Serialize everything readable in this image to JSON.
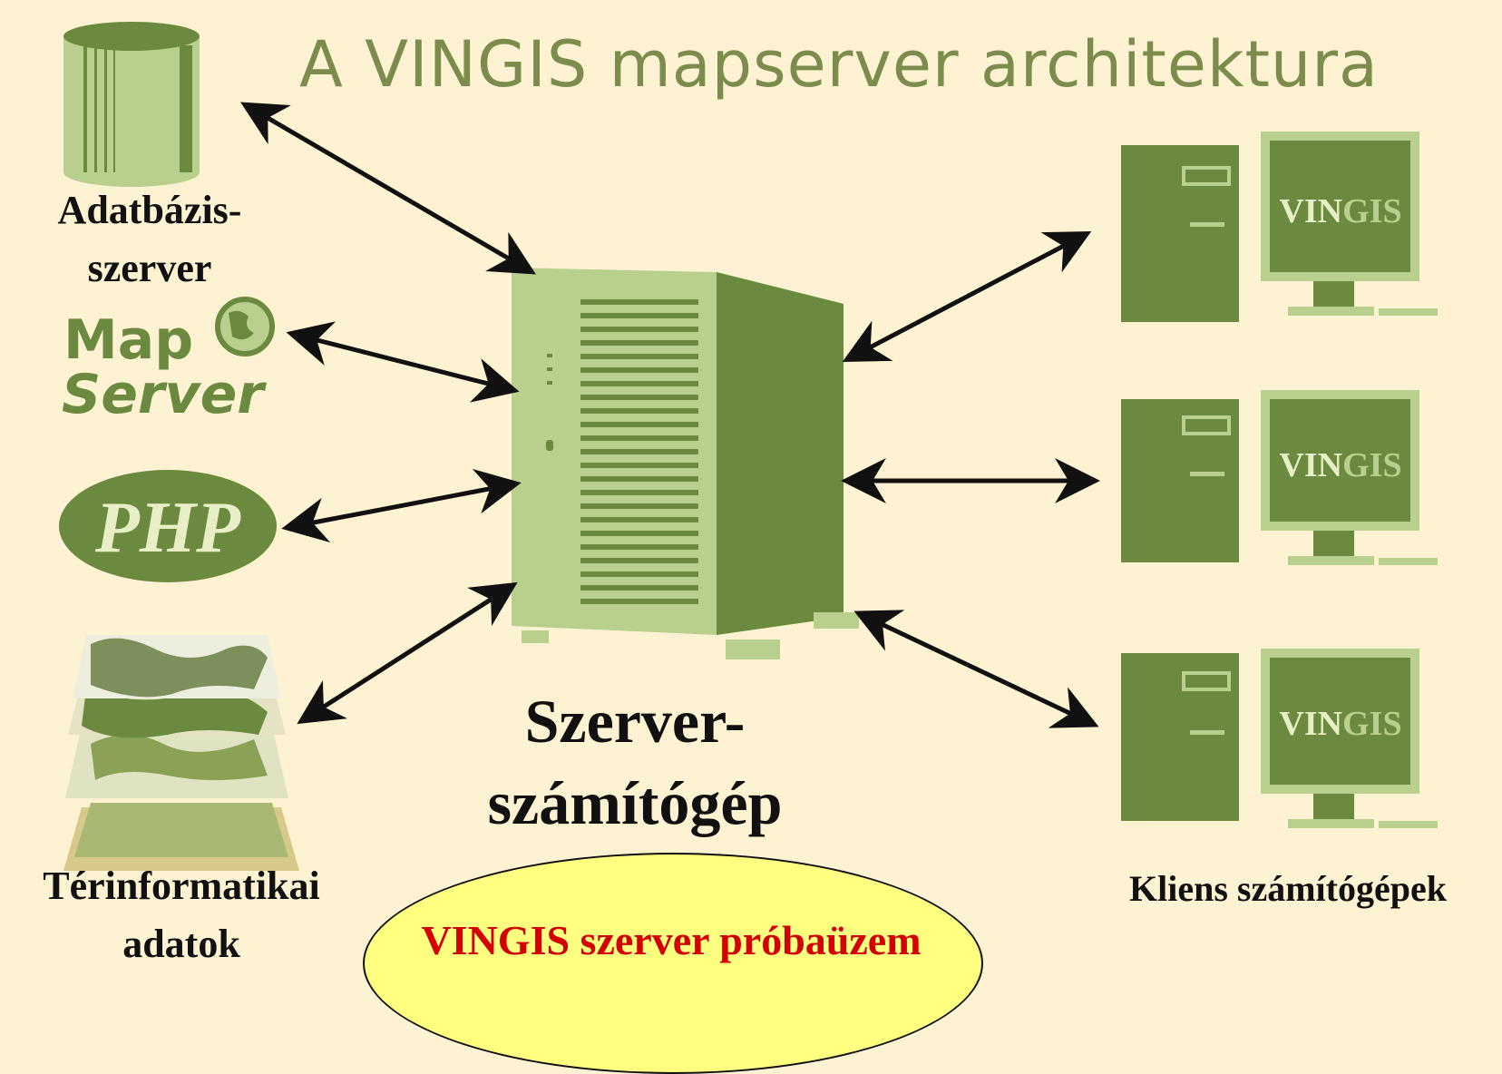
{
  "title": "A VINGIS mapserver architektura",
  "labels": {
    "database_line1": "Adatbázis-",
    "database_line2": "szerver",
    "geodata_line1": "Térinformatikai",
    "geodata_line2": "adatok",
    "server_line1": "Szerver-",
    "server_line2": "számítógép",
    "clients": "Kliens számítógépek"
  },
  "logos": {
    "mapserver_top": "Map",
    "mapserver_bottom": "Server",
    "php": "PHP"
  },
  "client_screens": [
    {
      "brand_dark": "VIN",
      "brand_light": "GIS"
    },
    {
      "brand_dark": "VIN",
      "brand_light": "GIS"
    },
    {
      "brand_dark": "VIN",
      "brand_light": "GIS"
    }
  ],
  "callout": "VINGIS szerver próbaüzem",
  "colors": {
    "background": "#fdf3d2",
    "green_dark": "#6b8a3f",
    "green_light": "#b9cf8e",
    "title": "#7b8c4d",
    "callout_fill": "#ffff80",
    "callout_text": "#d20000"
  }
}
